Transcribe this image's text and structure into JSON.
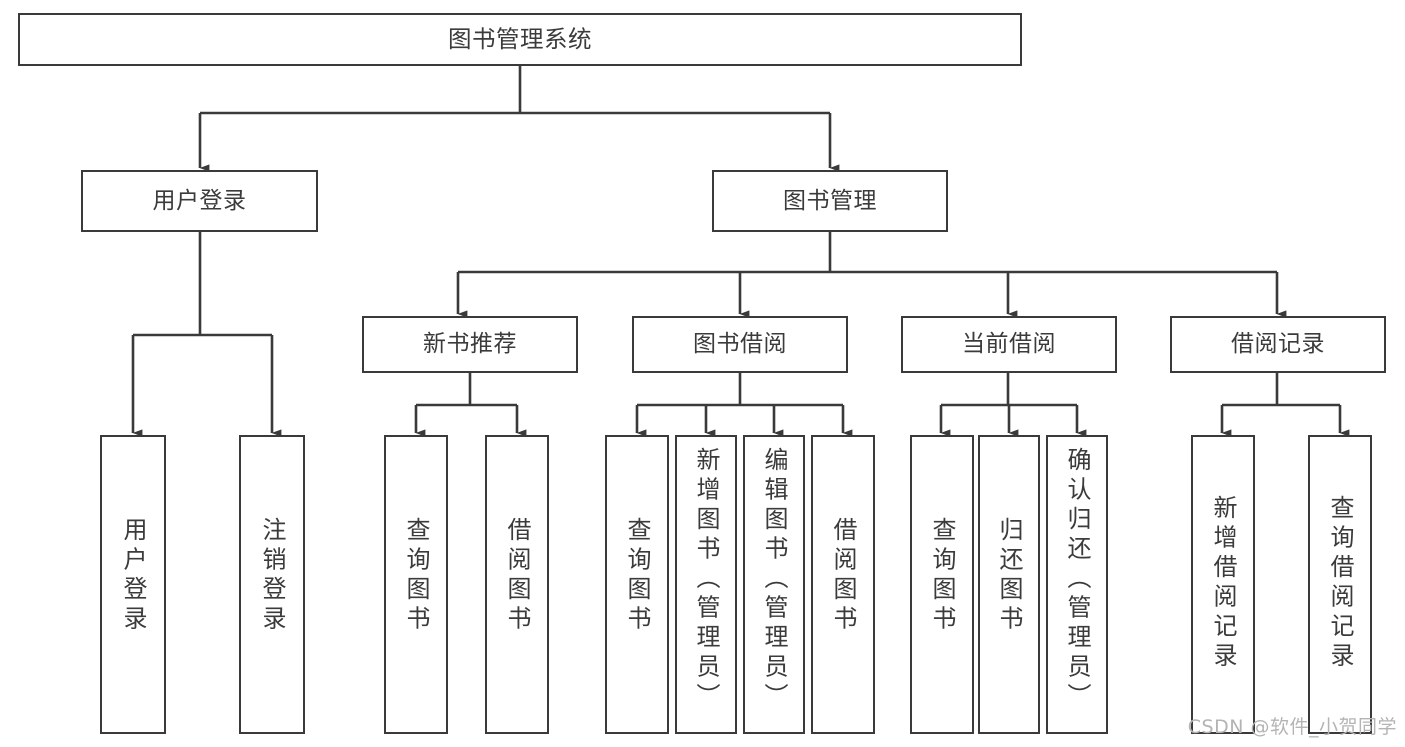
{
  "chart_data": {
    "type": "diagram",
    "diagram_kind": "tree-hierarchy",
    "title": "图书管理系统",
    "orientation": "top-down",
    "levels": 3,
    "nodes": [
      {
        "id": "root",
        "label": "图书管理系统",
        "level": 0,
        "parent": null
      },
      {
        "id": "login",
        "label": "用户登录",
        "level": 1,
        "parent": "root"
      },
      {
        "id": "bookmgmt",
        "label": "图书管理",
        "level": 1,
        "parent": "root"
      },
      {
        "id": "login-1",
        "label": "用户登录",
        "level": 2,
        "parent": "login"
      },
      {
        "id": "login-2",
        "label": "注销登录",
        "level": 2,
        "parent": "login"
      },
      {
        "id": "recommend",
        "label": "新书推荐",
        "level": 2,
        "parent": "bookmgmt"
      },
      {
        "id": "borrow",
        "label": "图书借阅",
        "level": 2,
        "parent": "bookmgmt"
      },
      {
        "id": "current",
        "label": "当前借阅",
        "level": 2,
        "parent": "bookmgmt"
      },
      {
        "id": "records",
        "label": "借阅记录",
        "level": 2,
        "parent": "bookmgmt"
      },
      {
        "id": "recommend-1",
        "label": "查询图书",
        "level": 3,
        "parent": "recommend"
      },
      {
        "id": "recommend-2",
        "label": "借阅图书",
        "level": 3,
        "parent": "recommend"
      },
      {
        "id": "borrow-1",
        "label": "查询图书",
        "level": 3,
        "parent": "borrow"
      },
      {
        "id": "borrow-2",
        "label": "新增图书（管理员）",
        "level": 3,
        "parent": "borrow"
      },
      {
        "id": "borrow-3",
        "label": "编辑图书（管理员）",
        "level": 3,
        "parent": "borrow"
      },
      {
        "id": "borrow-4",
        "label": "借阅图书",
        "level": 3,
        "parent": "borrow"
      },
      {
        "id": "current-1",
        "label": "查询图书",
        "level": 3,
        "parent": "current"
      },
      {
        "id": "current-2",
        "label": "归还图书",
        "level": 3,
        "parent": "current"
      },
      {
        "id": "current-3",
        "label": "确认归还（管理员）",
        "level": 3,
        "parent": "current"
      },
      {
        "id": "records-1",
        "label": "新增借阅记录",
        "level": 3,
        "parent": "records"
      },
      {
        "id": "records-2",
        "label": "查询借阅记录",
        "level": 3,
        "parent": "records"
      }
    ],
    "edges": [
      {
        "from": "root",
        "to": "login"
      },
      {
        "from": "root",
        "to": "bookmgmt"
      },
      {
        "from": "login",
        "to": "login-1"
      },
      {
        "from": "login",
        "to": "login-2"
      },
      {
        "from": "bookmgmt",
        "to": "recommend"
      },
      {
        "from": "bookmgmt",
        "to": "borrow"
      },
      {
        "from": "bookmgmt",
        "to": "current"
      },
      {
        "from": "bookmgmt",
        "to": "records"
      },
      {
        "from": "recommend",
        "to": "recommend-1"
      },
      {
        "from": "recommend",
        "to": "recommend-2"
      },
      {
        "from": "borrow",
        "to": "borrow-1"
      },
      {
        "from": "borrow",
        "to": "borrow-2"
      },
      {
        "from": "borrow",
        "to": "borrow-3"
      },
      {
        "from": "borrow",
        "to": "borrow-4"
      },
      {
        "from": "current",
        "to": "current-1"
      },
      {
        "from": "current",
        "to": "current-2"
      },
      {
        "from": "current",
        "to": "current-3"
      },
      {
        "from": "records",
        "to": "records-1"
      },
      {
        "from": "records",
        "to": "records-2"
      }
    ],
    "colors": {
      "box_border": "#3a3a3a",
      "box_fill": "#ffffff",
      "connector": "#3a3a3a",
      "text": "#3b3b3b",
      "background": "#ffffff",
      "watermark": "#b4b4b4"
    }
  },
  "root_node": {
    "label": "图书管理系统"
  },
  "level1": {
    "login": "用户登录",
    "book_management": "图书管理"
  },
  "level2": {
    "login_children": [
      "用户登录",
      "注销登录"
    ],
    "book_children": [
      "新书推荐",
      "图书借阅",
      "当前借阅",
      "借阅记录"
    ]
  },
  "leaves": {
    "recommend": [
      "查询图书",
      "借阅图书"
    ],
    "borrow": [
      "查询图书",
      "新增图书（管理员）",
      "编辑图书（管理员）",
      "借阅图书"
    ],
    "current": [
      "查询图书",
      "归还图书",
      "确认归还（管理员）"
    ],
    "records": [
      "新增借阅记录",
      "查询借阅记录"
    ]
  },
  "watermark": {
    "text": "CSDN @软件_小贺同学"
  }
}
